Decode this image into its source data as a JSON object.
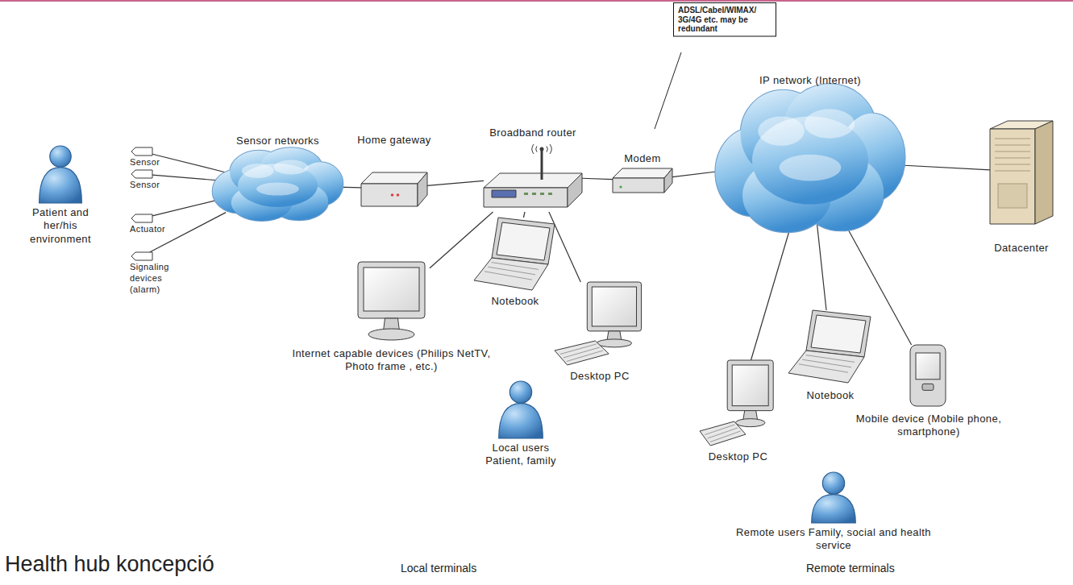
{
  "diagram": {
    "title": "Health hub koncepció",
    "nodes": [
      {
        "text": [
          "Patient and her/his environment"
        ]
      },
      {
        "text": [
          "Sensor"
        ]
      },
      {
        "text": [
          "Sensor"
        ]
      },
      {
        "text": [
          "Actuator"
        ]
      },
      {
        "text": [
          "Signaling devices (alarm)"
        ]
      },
      {
        "text": [
          "Sensor networks"
        ]
      },
      {
        "text": [
          "Home gateway"
        ]
      },
      {
        "text": [
          "ADSL/Cabel/WIMAX/ 3G/4G etc. may be redundant"
        ]
      },
      {
        "text": [
          "Broadband router"
        ]
      },
      {
        "text": [
          "Modem"
        ]
      },
      {
        "text": [
          "IP network (Internet)"
        ]
      },
      {
        "text": [
          "Datacenter"
        ]
      },
      {
        "text": [
          "Internet capable devices (Philips NetTV, Photo frame , etc.)"
        ]
      },
      {
        "text": [
          "Notebook"
        ]
      },
      {
        "text": [
          "Desktop PC"
        ]
      },
      {
        "text": [
          "Local users Patient, family"
        ]
      },
      {
        "text": [
          "Desktop PC"
        ]
      },
      {
        "text": [
          "Notebook"
        ]
      },
      {
        "text": [
          "Mobile device (Mobile phone, smartphone)"
        ]
      },
      {
        "text": [
          "Remote users Family, social and health service"
        ]
      }
    ],
    "edges": [
      {
        "from": 1,
        "to": 5,
        "arrow": "none"
      },
      {
        "from": 2,
        "to": 5,
        "arrow": "none"
      },
      {
        "from": 3,
        "to": 5,
        "arrow": "none"
      },
      {
        "from": 4,
        "to": 5,
        "arrow": "none"
      },
      {
        "from": 5,
        "to": 6,
        "arrow": "none"
      },
      {
        "from": 6,
        "to": 8,
        "arrow": "none"
      },
      {
        "from": 8,
        "to": 9,
        "arrow": "none"
      },
      {
        "from": 8,
        "to": 12,
        "arrow": "none"
      },
      {
        "from": 8,
        "to": 13,
        "arrow": "none"
      },
      {
        "from": 8,
        "to": 14,
        "arrow": "none"
      },
      {
        "from": 9,
        "to": 10,
        "arrow": "none"
      },
      {
        "from": 10,
        "to": 11,
        "arrow": "none"
      },
      {
        "from": 10,
        "to": 16,
        "arrow": "none"
      },
      {
        "from": 10,
        "to": 17,
        "arrow": "none"
      },
      {
        "from": 10,
        "to": 18,
        "arrow": "none"
      }
    ],
    "labels": [
      "Local terminals",
      "Remote terminals"
    ]
  }
}
